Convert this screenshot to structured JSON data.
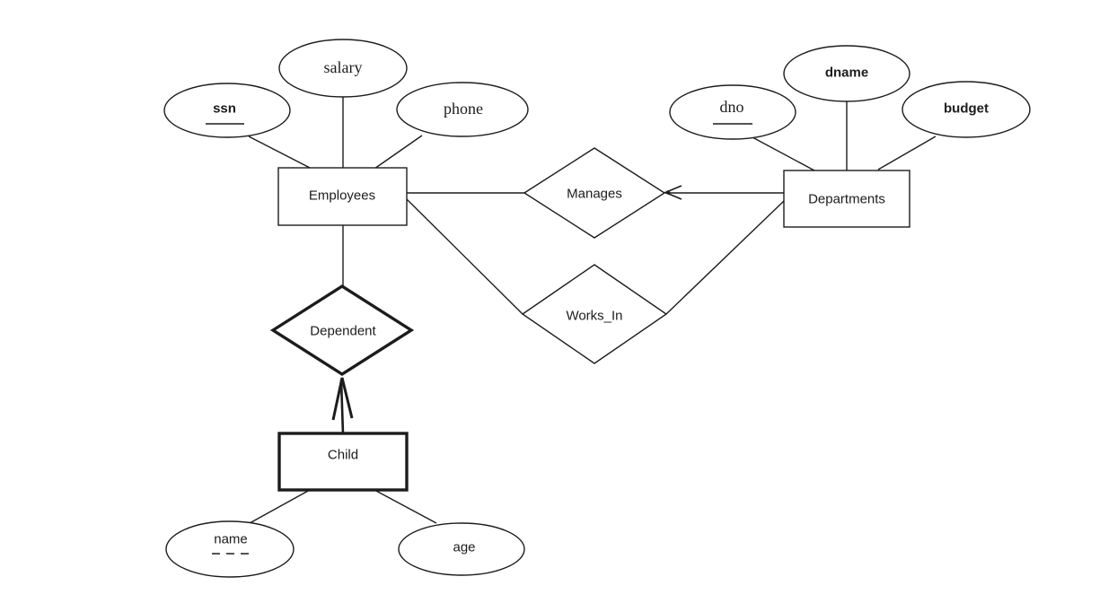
{
  "er": {
    "colors": {
      "ink": "#1c1c1c",
      "background": "#ffffff"
    },
    "entities": [
      {
        "label": "Employees",
        "kind": "entity"
      },
      {
        "label": "Departments",
        "kind": "entity"
      },
      {
        "label": "Child",
        "kind": "weak-entity-bold-border"
      }
    ],
    "relationships": [
      {
        "label": "Manages",
        "kind": "relationship",
        "arrow": "key-constraint-arrow-from-departments"
      },
      {
        "label": "Works_In",
        "kind": "relationship"
      },
      {
        "label": "Dependent",
        "kind": "identifying-relationship-bold-border",
        "arrow": "bold-arrow-from-child"
      }
    ],
    "attributes": [
      {
        "label": "ssn",
        "entity": "Employees",
        "underline": "solid"
      },
      {
        "label": "salary",
        "entity": "Employees",
        "underline": "none"
      },
      {
        "label": "phone",
        "entity": "Employees",
        "underline": "none"
      },
      {
        "label": "dno",
        "entity": "Departments",
        "underline": "solid"
      },
      {
        "label": "dname",
        "entity": "Departments",
        "underline": "none"
      },
      {
        "label": "budget",
        "entity": "Departments",
        "underline": "none"
      },
      {
        "label": "name",
        "entity": "Child",
        "underline": "dashed"
      },
      {
        "label": "age",
        "entity": "Child",
        "underline": "none"
      }
    ]
  }
}
